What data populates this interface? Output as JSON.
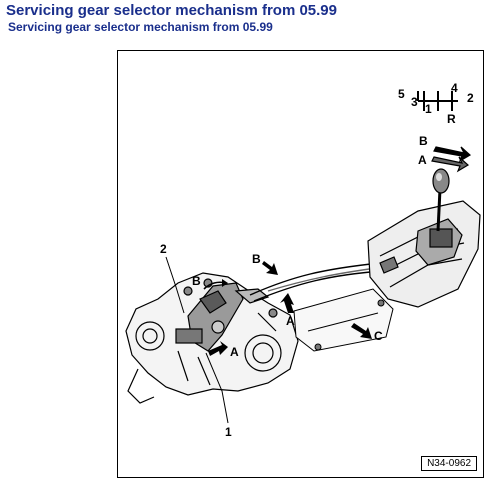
{
  "header": {
    "title": "Servicing gear selector mechanism from 05.99",
    "subtitle": "Servicing gear selector mechanism from 05.99"
  },
  "figure": {
    "reference": "N34-0962",
    "callouts": {
      "part_1": "1",
      "part_2": "2",
      "arrow_a_left": "A",
      "arrow_b_left": "B",
      "arrow_b_cable": "B",
      "arrow_a_cable": "A",
      "arrow_c": "C",
      "arrow_b_lever": "B",
      "arrow_a_lever": "A"
    },
    "shift_pattern": {
      "g1": "1",
      "g2": "2",
      "g3": "3",
      "g4": "4",
      "g5": "5",
      "reverse": "R"
    }
  },
  "colors": {
    "title": "#1a2f8c",
    "line": "#000000",
    "metal_dark": "#555555",
    "metal_light": "#bbbbbb"
  }
}
